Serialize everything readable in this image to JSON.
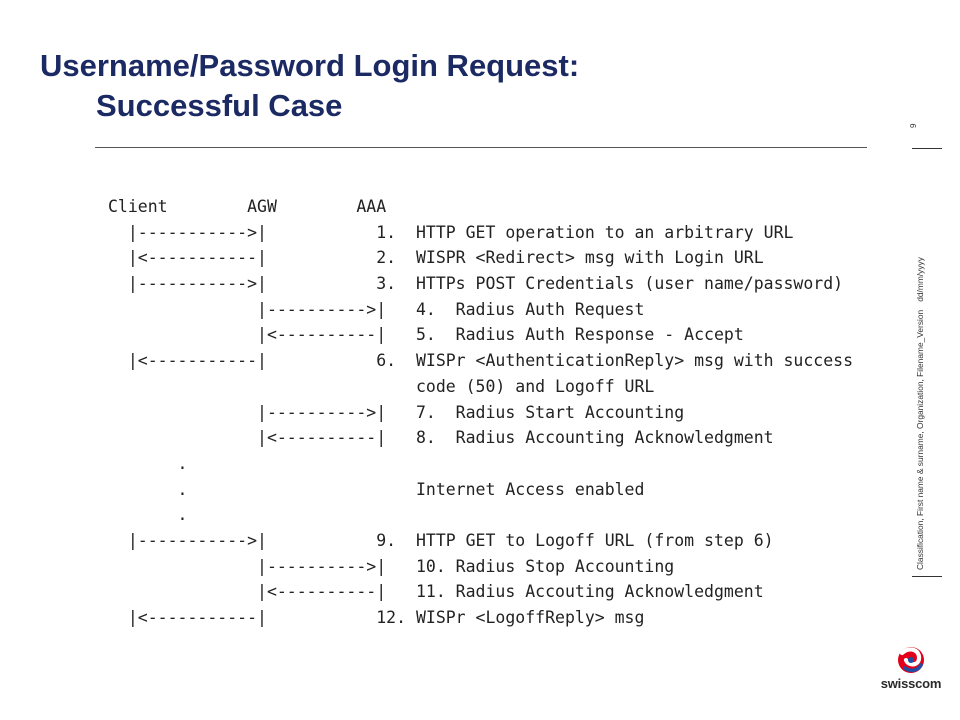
{
  "slide": {
    "title_line1": "Username/Password Login Request:",
    "title_line2": "Successful Case",
    "page_number": "9",
    "footer_meta": "Classification, First name & surname, Organization, Filename_Version",
    "footer_date": "dd/mm/yyyy"
  },
  "diagram": {
    "header": "Client        AGW        AAA",
    "lines": [
      "  |----------->|           1.  HTTP GET operation to an arbitrary URL",
      "  |<-----------|           2.  WISPR <Redirect> msg with Login URL",
      "  |----------->|           3.  HTTPs POST Credentials (user name/password)",
      "               |---------->|   4.  Radius Auth Request",
      "               |<----------|   5.  Radius Auth Response - Accept",
      "  |<-----------|           6.  WISPr <AuthenticationReply> msg with success",
      "                               code (50) and Logoff URL",
      "               |---------->|   7.  Radius Start Accounting",
      "               |<----------|   8.  Radius Accounting Acknowledgment",
      "       .",
      "       .                       Internet Access enabled",
      "       .",
      "  |----------->|           9.  HTTP GET to Logoff URL (from step 6)",
      "               |---------->|   10. Radius Stop Accounting",
      "               |<----------|   11. Radius Accouting Acknowledgment",
      "  |<-----------|           12. WISPr <LogoffReply> msg"
    ]
  },
  "logo": {
    "brand_text": "swisscom",
    "colors": {
      "red": "#e2001a",
      "blue": "#1e4fa3",
      "dark": "#2a2a2a"
    }
  },
  "colors": {
    "title": "#1b2a63",
    "text": "#222222",
    "rule": "#555555"
  }
}
